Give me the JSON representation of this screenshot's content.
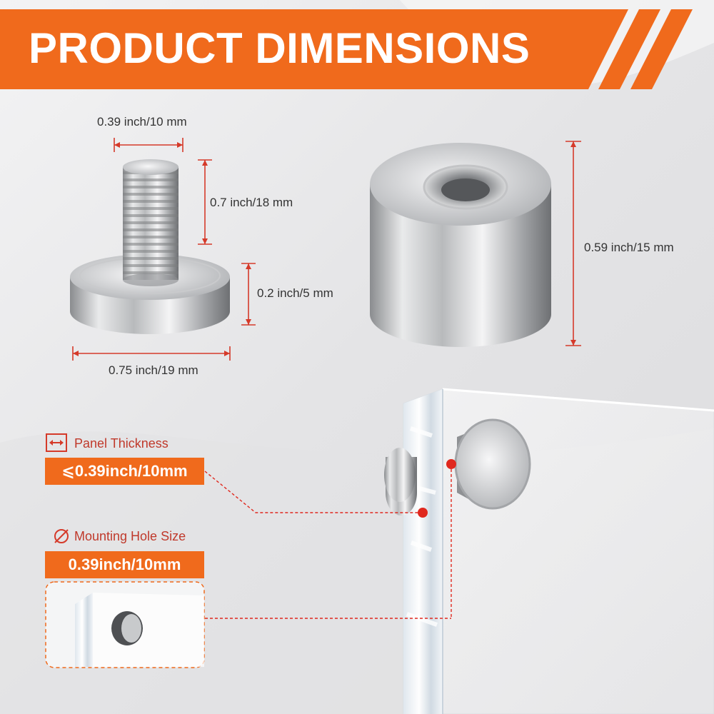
{
  "header": {
    "title": "PRODUCT DIMENSIONS"
  },
  "screw": {
    "thread_diameter": "0.39 inch/10 mm",
    "thread_length": "0.7 inch/18 mm",
    "base_height": "0.2 inch/5 mm",
    "base_diameter": "0.75 inch/19 mm"
  },
  "cap": {
    "height": "0.59 inch/15 mm"
  },
  "features": {
    "panel_thickness": {
      "title": "Panel Thickness",
      "value": "⩽0.39inch/10mm",
      "icon": "double-arrow-icon"
    },
    "mounting_hole": {
      "title": "Mounting Hole Size",
      "value": "0.39inch/10mm",
      "icon": "diameter-icon"
    }
  },
  "colors": {
    "accent": "#f06a1c",
    "marker": "#e0281e",
    "dimension_line": "#d53a2a",
    "feature_title": "#c0392b"
  }
}
